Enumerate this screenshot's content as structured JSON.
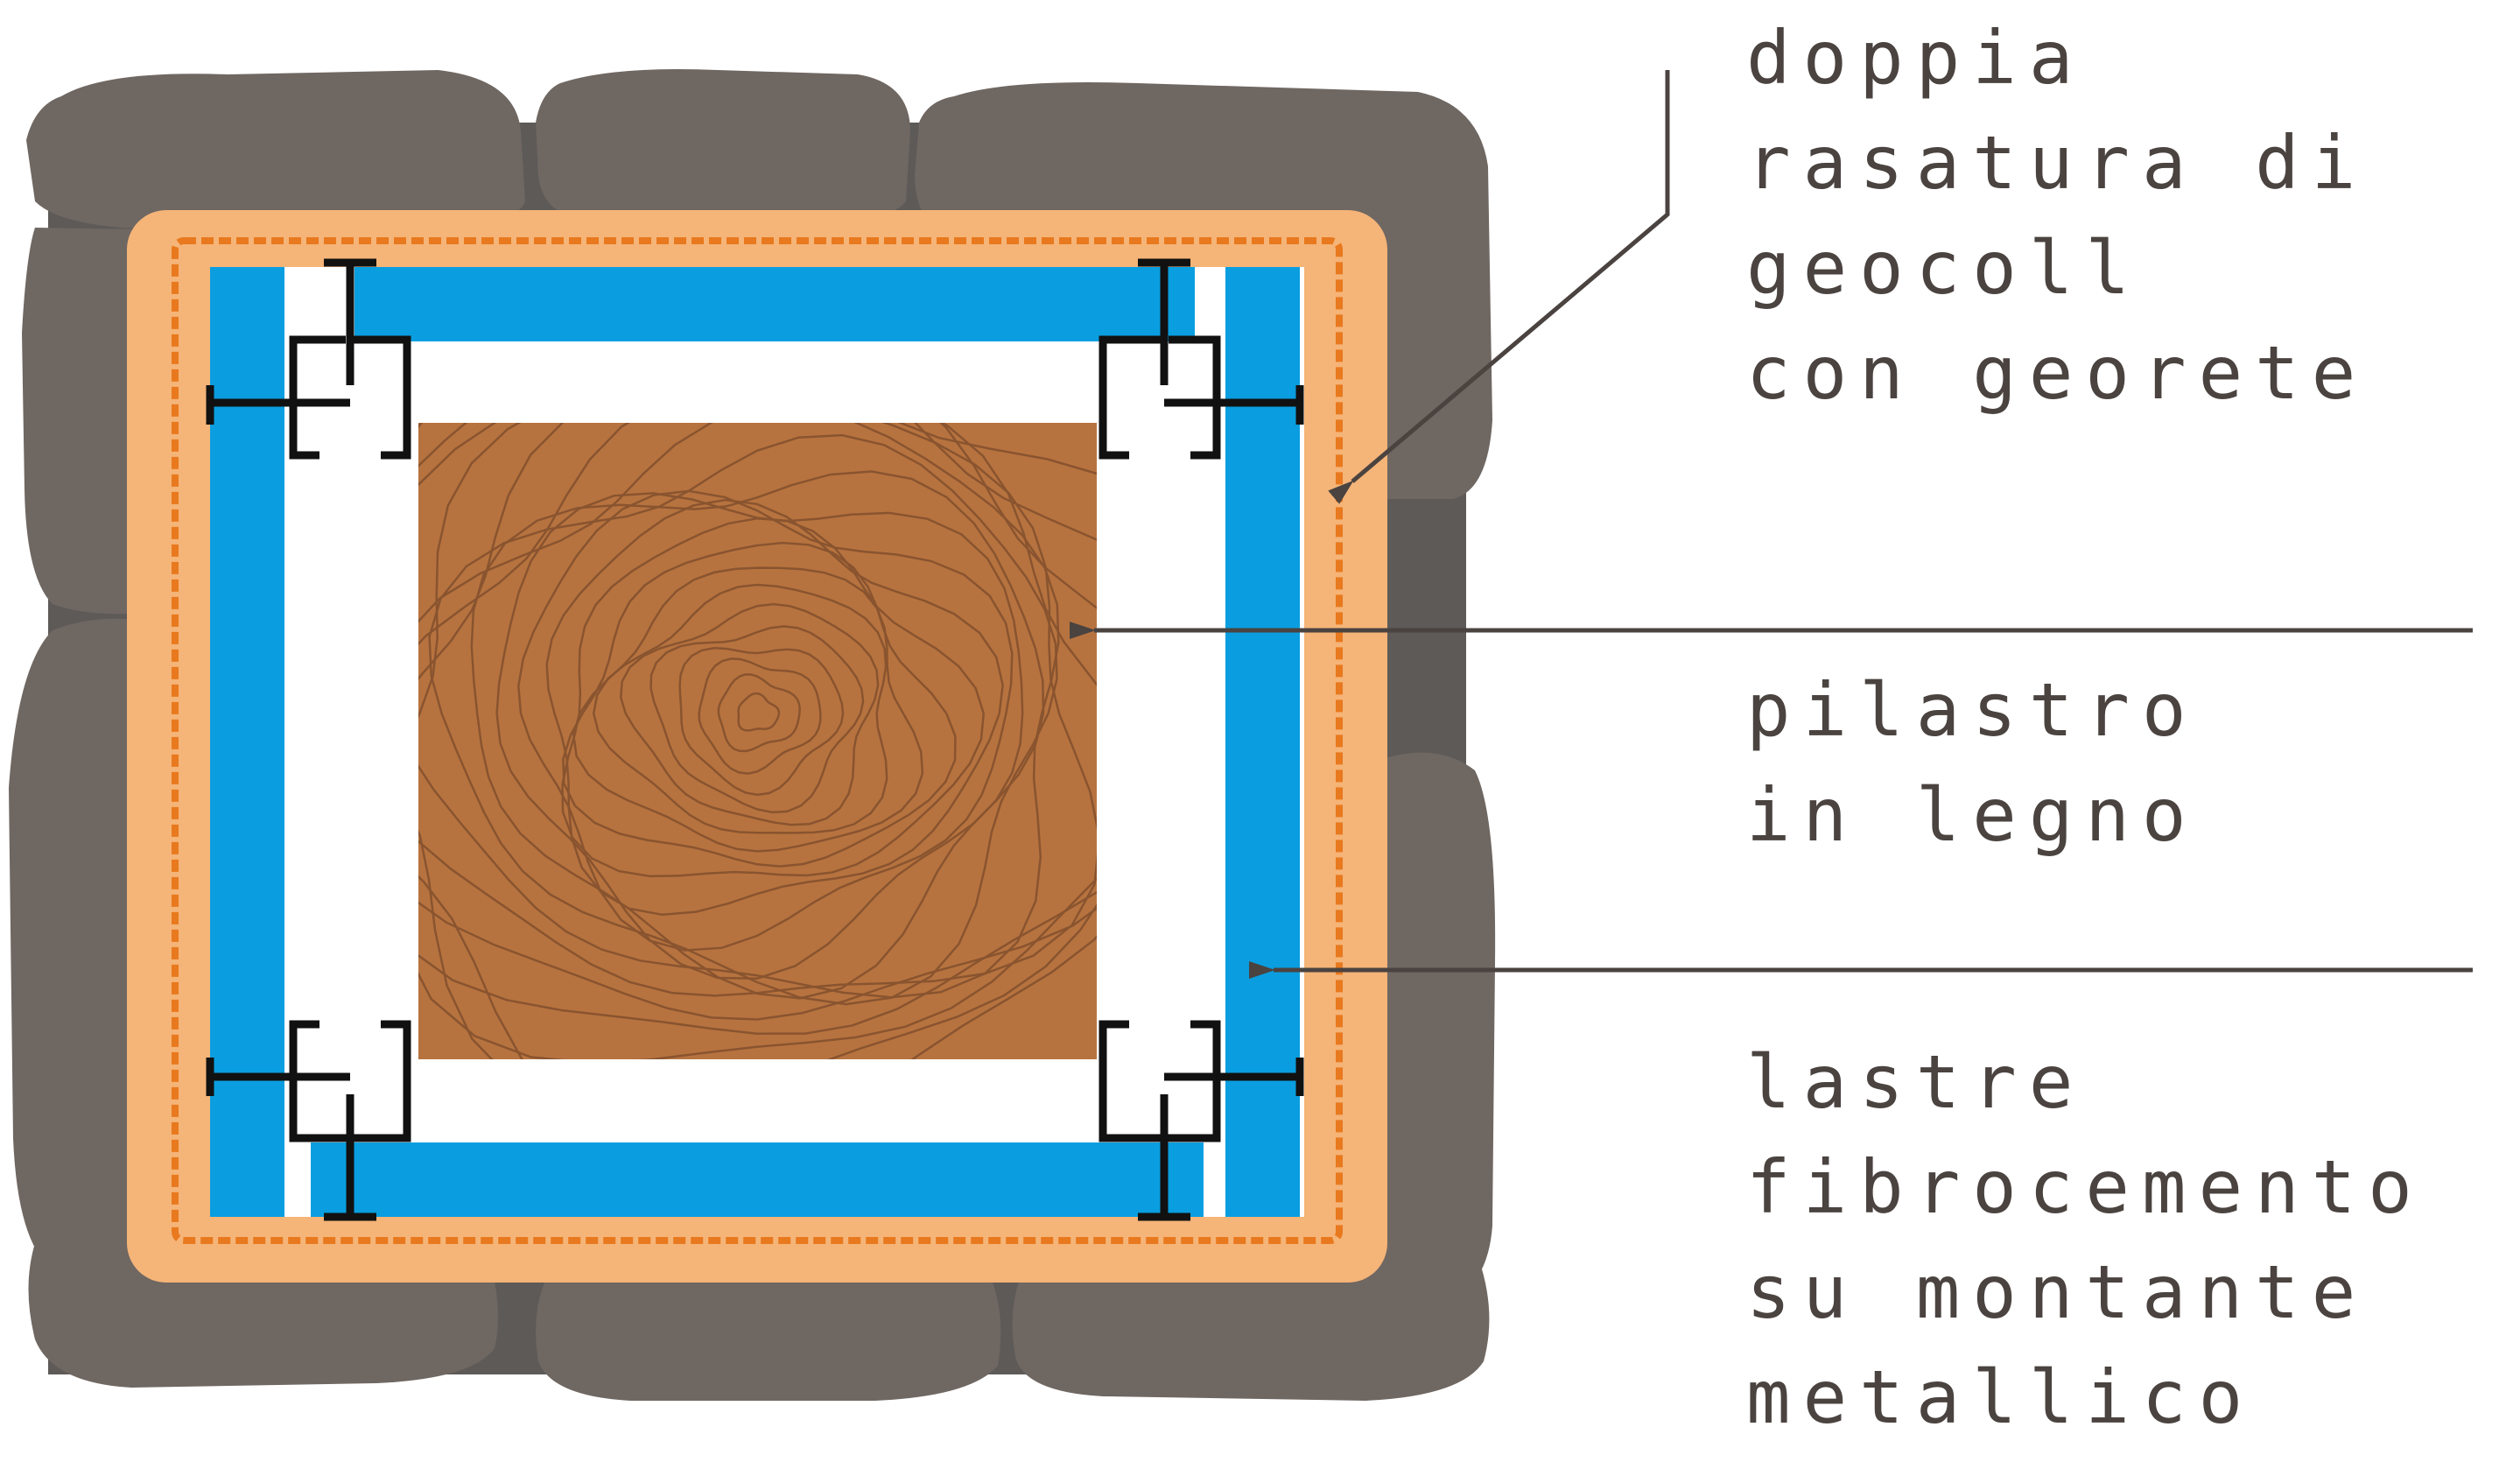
{
  "labels": {
    "coating": [
      "doppia",
      "rasatura di",
      "geocoll",
      "con georete"
    ],
    "pillar": [
      "pilastro",
      "in legno"
    ],
    "boards": [
      "lastre",
      "fibrocemento",
      "su montante",
      "metallico"
    ]
  },
  "colors": {
    "stone": "#6f6762",
    "mortar": "#5d5a58",
    "render": "#f5b478",
    "mesh": "#e8791e",
    "board": "#0a9ee0",
    "wood": "#b7733f",
    "wood_ring": "#7a4a2a",
    "profile": "#111111",
    "leader": "#4a4340"
  }
}
